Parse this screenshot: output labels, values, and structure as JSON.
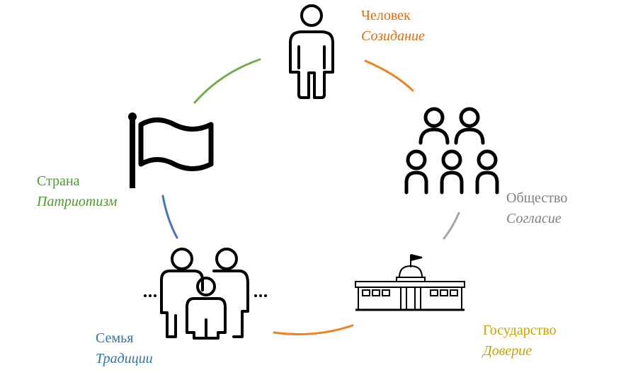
{
  "nodes": [
    {
      "id": "person",
      "icon": "person-icon",
      "title": "Человек",
      "value": "Созидание",
      "color": "#E36C0A"
    },
    {
      "id": "society",
      "icon": "group-icon",
      "title": "Общество",
      "value": "Согласие",
      "color": "#7F7F7F"
    },
    {
      "id": "state",
      "icon": "government-building-icon",
      "title": "Государство",
      "value": "Доверие",
      "color": "#C9A100"
    },
    {
      "id": "family",
      "icon": "family-icon",
      "title": "Семья",
      "value": "Традиции",
      "color": "#2E74B5"
    },
    {
      "id": "country",
      "icon": "flag-icon",
      "title": "Страна",
      "value": "Патриотизм",
      "color": "#4E9A2A"
    }
  ],
  "connectors": [
    {
      "from": "person",
      "to": "society",
      "color": "#F0821E"
    },
    {
      "from": "society",
      "to": "state",
      "color": "#A6A6A6"
    },
    {
      "from": "state",
      "to": "family",
      "color": "#F0821E"
    },
    {
      "from": "family",
      "to": "country",
      "color": "#4472C4"
    },
    {
      "from": "country",
      "to": "person",
      "color": "#70AD47"
    }
  ]
}
